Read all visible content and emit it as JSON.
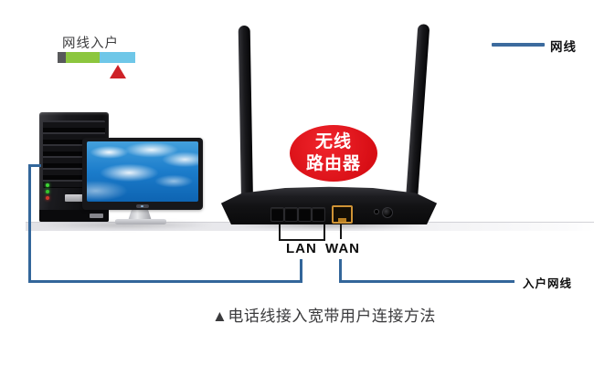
{
  "legend_top_left": {
    "label": "网线入户",
    "bar_segments": [
      {
        "name": "dark-gray",
        "color": "#58595b"
      },
      {
        "name": "green",
        "color": "#8cc63e"
      },
      {
        "name": "light-blue",
        "color": "#6fc7e8"
      }
    ],
    "marker_color": "#ce2127"
  },
  "legend_top_right": {
    "label": "网线",
    "line_color": "#3c6b9e"
  },
  "router": {
    "badge": {
      "line1": "无线",
      "line2": "路由器",
      "color": "#dd1016",
      "text_color": "#ffffff"
    },
    "lan_label": "LAN",
    "wan_label": "WAN",
    "lan_port_count": 4,
    "wan_port_color": "#cf9335"
  },
  "connections": {
    "cable_color": "#33669a",
    "incoming_label": "入户网线"
  },
  "caption": {
    "text": "▲电话线接入宽带用户连接方法"
  }
}
